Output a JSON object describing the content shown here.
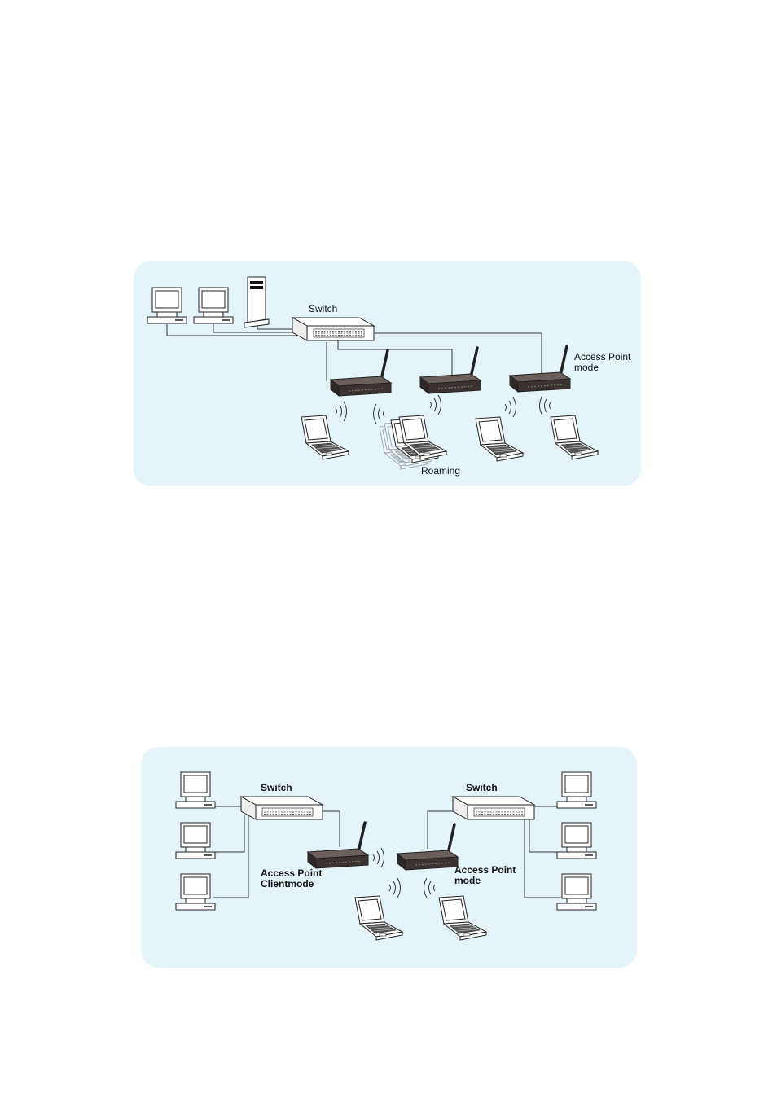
{
  "diagram1": {
    "switch_label": "Switch",
    "ap_label_line1": "Access Point",
    "ap_label_line2": "mode",
    "roaming_label": "Roaming"
  },
  "diagram2": {
    "left_switch_label": "Switch",
    "right_switch_label": "Switch",
    "client_label_line1": "Access Point",
    "client_label_line2": "Clientmode",
    "ap_label_line1": "Access Point",
    "ap_label_line2": "mode"
  },
  "colors": {
    "panel_background": "#e5f4f9",
    "device_dark": "#3a3330"
  }
}
